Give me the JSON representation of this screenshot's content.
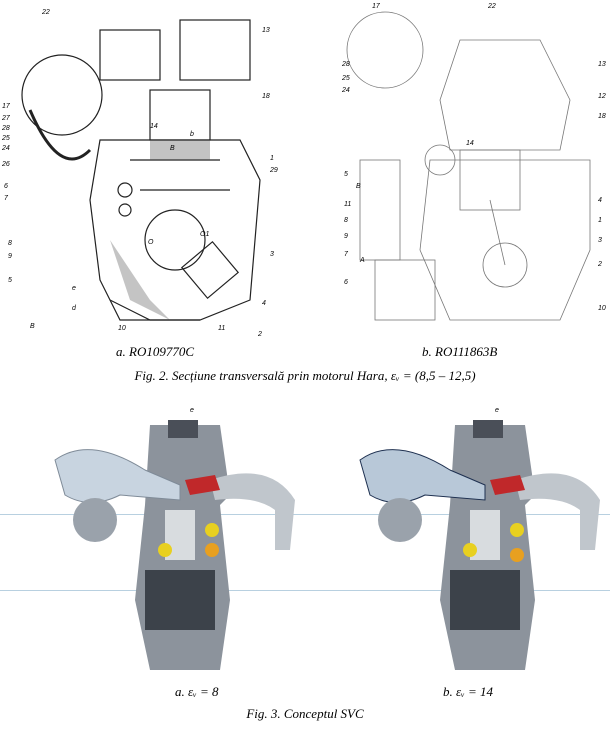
{
  "fig2": {
    "sub_a": "a. RO109770C",
    "sub_b": "b. RO111863B",
    "caption": "Fig. 2. Secțiune transversală prin motorul Hara, εᵥ = (8,5 – 12,5)",
    "labels_a": [
      "22",
      "13",
      "18",
      "17",
      "27",
      "28",
      "25",
      "24",
      "26",
      "6",
      "7",
      "8",
      "9",
      "5",
      "e",
      "d",
      "B",
      "10",
      "11",
      "2",
      "4",
      "3",
      "1",
      "29",
      "14",
      "b",
      "O",
      "O1",
      "B"
    ],
    "labels_b": [
      "17",
      "22",
      "13",
      "12",
      "18",
      "28",
      "25",
      "24",
      "14",
      "5",
      "B",
      "11",
      "8",
      "9",
      "7",
      "A",
      "6",
      "4",
      "1",
      "3",
      "2",
      "10"
    ]
  },
  "fig3": {
    "sub_a": "a. εᵥ = 8",
    "sub_b": "b. εᵥ = 14",
    "caption": "Fig. 3. Conceptul SVC",
    "label_e": "e"
  },
  "colors": {
    "accent_red": "#c0282a",
    "yellow": "#e8d020",
    "metal": "#8c939c",
    "blue_line": "#b8d0e0"
  }
}
